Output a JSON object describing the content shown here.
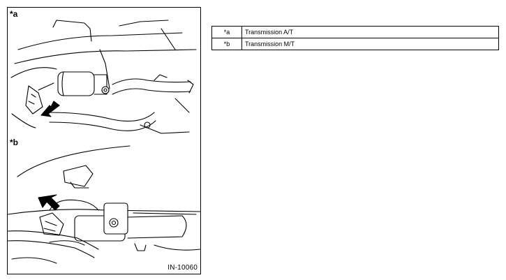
{
  "figure": {
    "panel_a_label": "*a",
    "panel_b_label": "*b",
    "figure_id": "IN-10060"
  },
  "legend": [
    {
      "key": "*a",
      "text": "Transmission A/T"
    },
    {
      "key": "*b",
      "text": "Transmission M/T"
    }
  ]
}
